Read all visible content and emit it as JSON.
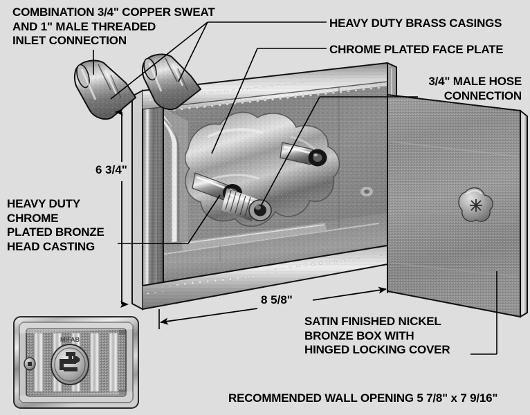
{
  "diagram": {
    "title": "Wall Hydrant Box Cutaway Technical Illustration",
    "background_color": "#dedede",
    "line_color": "#000000",
    "text_color": "#000000"
  },
  "callouts": {
    "combination_inlet": "COMBINATION 3/4\" COPPER SWEAT\nAND 1\" MALE THREADED\nINLET CONNECTION",
    "brass_casings": "HEAVY DUTY BRASS CASINGS",
    "face_plate": "CHROME PLATED FACE PLATE",
    "male_hose": "3/4\" MALE HOSE\nCONNECTION",
    "head_casting": "HEAVY DUTY\nCHROME\nPLATED BRONZE\nHEAD CASTING",
    "satin_box": "SATIN FINISHED NICKEL\nBRONZE BOX WITH\nHINGED LOCKING COVER",
    "wall_opening": "RECOMMENDED WALL OPENING 5 7/8\" x 7 9/16\""
  },
  "dimensions": {
    "height": "6 3/4\"",
    "width": "8 5/8\""
  },
  "inset": {
    "name": "product-cover-plate",
    "brand_text": "MIFAB",
    "louver_count": 5
  },
  "icons": {
    "arrow_up": "arrow-up-icon",
    "arrow_down": "arrow-down-icon",
    "arrow_left": "arrow-left-icon",
    "arrow_right": "arrow-right-icon",
    "lock": "lock-icon",
    "hinge_latch": "hinge-latch-icon"
  }
}
